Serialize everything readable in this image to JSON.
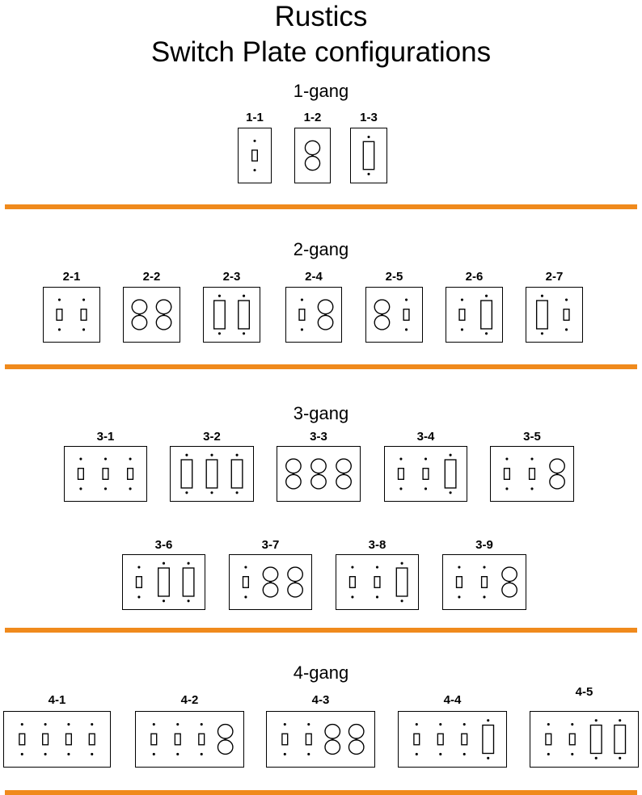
{
  "title": {
    "line1": "Rustics",
    "line2": "Switch Plate configurations"
  },
  "colors": {
    "divider": "#f08a1c",
    "stroke": "#000000"
  },
  "icon_legend": {
    "T": "toggle-switch-icon",
    "D": "duplex-outlet-icon",
    "R": "rocker-switch-icon"
  },
  "sections": [
    {
      "label": "1-gang",
      "plates": [
        {
          "code": "1-1",
          "devices": [
            "T"
          ]
        },
        {
          "code": "1-2",
          "devices": [
            "D"
          ]
        },
        {
          "code": "1-3",
          "devices": [
            "R"
          ]
        }
      ]
    },
    {
      "label": "2-gang",
      "plates": [
        {
          "code": "2-1",
          "devices": [
            "T",
            "T"
          ]
        },
        {
          "code": "2-2",
          "devices": [
            "D",
            "D"
          ]
        },
        {
          "code": "2-3",
          "devices": [
            "R",
            "R"
          ]
        },
        {
          "code": "2-4",
          "devices": [
            "T",
            "D"
          ]
        },
        {
          "code": "2-5",
          "devices": [
            "D",
            "T"
          ]
        },
        {
          "code": "2-6",
          "devices": [
            "T",
            "R"
          ]
        },
        {
          "code": "2-7",
          "devices": [
            "R",
            "T"
          ]
        }
      ]
    },
    {
      "label": "3-gang",
      "plates": [
        {
          "code": "3-1",
          "devices": [
            "T",
            "T",
            "T"
          ]
        },
        {
          "code": "3-2",
          "devices": [
            "R",
            "R",
            "R"
          ]
        },
        {
          "code": "3-3",
          "devices": [
            "D",
            "D",
            "D"
          ]
        },
        {
          "code": "3-4",
          "devices": [
            "T",
            "T",
            "R"
          ]
        },
        {
          "code": "3-5",
          "devices": [
            "T",
            "T",
            "D"
          ]
        },
        {
          "code": "3-6",
          "devices": [
            "T",
            "R",
            "R"
          ]
        },
        {
          "code": "3-7",
          "devices": [
            "T",
            "D",
            "D"
          ]
        },
        {
          "code": "3-8",
          "devices": [
            "T",
            "T",
            "R"
          ]
        },
        {
          "code": "3-9",
          "devices": [
            "T",
            "T",
            "D"
          ]
        }
      ]
    },
    {
      "label": "4-gang",
      "plates": [
        {
          "code": "4-1",
          "devices": [
            "T",
            "T",
            "T",
            "T"
          ]
        },
        {
          "code": "4-2",
          "devices": [
            "T",
            "T",
            "T",
            "D"
          ]
        },
        {
          "code": "4-3",
          "devices": [
            "T",
            "T",
            "D",
            "D"
          ]
        },
        {
          "code": "4-4",
          "devices": [
            "T",
            "T",
            "T",
            "R"
          ]
        },
        {
          "code": "4-5",
          "devices": [
            "T",
            "T",
            "R",
            "R"
          ]
        }
      ]
    }
  ]
}
